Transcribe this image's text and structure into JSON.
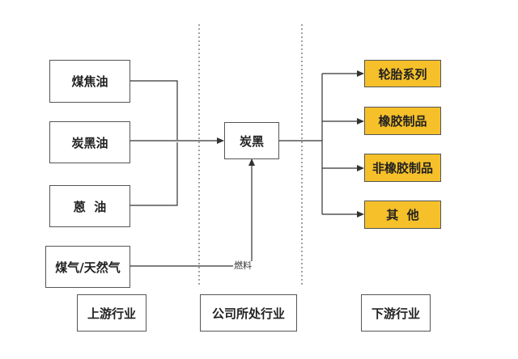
{
  "upstream": {
    "inputs": [
      "煤焦油",
      "炭黑油",
      "蒽  油",
      "煤气/天然气"
    ],
    "section_label": "上游行业"
  },
  "company": {
    "product": "炭黑",
    "section_label": "公司所处行业",
    "fuel_label": "燃料"
  },
  "downstream": {
    "outputs": [
      "轮胎系列",
      "橡胶制品",
      "非橡胶制品",
      "其  他"
    ],
    "section_label": "下游行业"
  },
  "colors": {
    "output_fill": "#f6c02a",
    "line": "#333333",
    "border": "#555555"
  }
}
